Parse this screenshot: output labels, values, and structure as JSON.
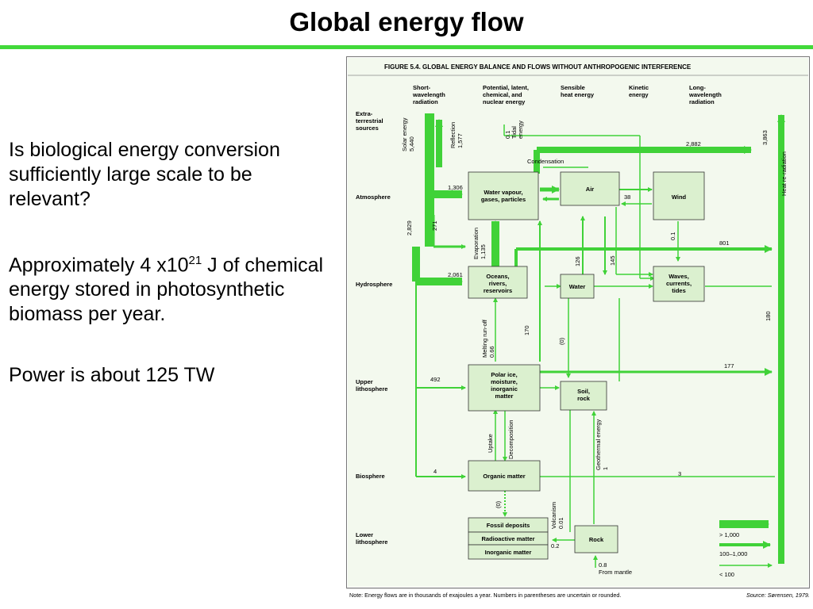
{
  "slide": {
    "title": "Global energy flow",
    "para1": "Is biological energy conversion sufficiently large scale to be relevant?",
    "para2_before": "Approximately 4 x10",
    "para2_sup": "21",
    "para2_after": " J of chemical energy stored in photosynthetic biomass per year.",
    "para3": "Power is about 125 TW"
  },
  "figure": {
    "heading": "FIGURE 5.4. GLOBAL ENERGY BALANCE AND FLOWS WITHOUT ANTHROPOGENIC INTERFERENCE",
    "columns": {
      "short": [
        "Short-",
        "wavelength",
        "radiation"
      ],
      "potential": [
        "Potential, latent,",
        "chemical, and",
        "nuclear energy"
      ],
      "sensible": [
        "Sensible",
        "heat energy"
      ],
      "kinetic": [
        "Kinetic",
        "energy"
      ],
      "long": [
        "Long-",
        "wavelength",
        "radiation"
      ]
    },
    "rows": {
      "extra": [
        "Extra-",
        "terrestrial",
        "sources"
      ],
      "atmosphere": "Atmosphere",
      "hydrosphere": "Hydrosphere",
      "upper": [
        "Upper",
        "lithosphere"
      ],
      "biosphere": "Biosphere",
      "lower": [
        "Lower",
        "lithosphere"
      ]
    },
    "nodes": {
      "water_vapour": [
        "Water vapour,",
        "gases, particles"
      ],
      "air": "Air",
      "wind": "Wind",
      "oceans": [
        "Oceans,",
        "rivers,",
        "reservoirs"
      ],
      "water": "Water",
      "waves": [
        "Waves,",
        "currents,",
        "tides"
      ],
      "polar": [
        "Polar ice,",
        "moisture,",
        "inorganic",
        "matter"
      ],
      "soil": [
        "Soil,",
        "rock"
      ],
      "organic": "Organic matter",
      "fossil": "Fossil deposits",
      "radioactive": "Radioactive matter",
      "inorganic": "Inorganic matter",
      "rock": "Rock"
    },
    "labels": {
      "solar": [
        "Solar energy",
        "5,440"
      ],
      "reflection": [
        "Reflection",
        "1,577"
      ],
      "tidal": [
        "0.1",
        "Tidal",
        "energy"
      ],
      "condensation": "Condensation",
      "v2882": "2,882",
      "v3863": "3,863",
      "heat_reradiation": "Heat re-radiation",
      "v1306": "1,306",
      "v38": "38",
      "v2829": "2,829",
      "v271": "271",
      "evaporation": [
        "Evaporation",
        "1,135"
      ],
      "v126": "126",
      "v145": "145",
      "v01_wind": "0.1",
      "v801": "801",
      "v2061": "2,061",
      "v170": "170",
      "v0_water": "(0)",
      "v180": "180",
      "melting": [
        "Melting run-off",
        "0.66"
      ],
      "v492": "492",
      "v177": "177",
      "uptake": "Uptake",
      "decomposition": "Decomposition",
      "geothermal": [
        "Geothermal energy",
        "1"
      ],
      "v4": "4",
      "v3": "3",
      "v0_fossil": "(0)",
      "volcanism": [
        "Volcanism",
        "0.01"
      ],
      "v02": "0.2",
      "mantle": [
        "0.8",
        "From mantle"
      ]
    },
    "legend": {
      "big": "> 1,000",
      "mid": "100–1,000",
      "small": "< 100"
    },
    "note": "Note: Energy flows are in thousands of exajoules a year. Numbers in parentheses are uncertain or rounded.",
    "source": "Source: Sørensen, 1979."
  },
  "colors": {
    "accent_green": "#42d93a",
    "node_fill": "#dbf0cf",
    "panel_fill": "#f3f9ee"
  }
}
